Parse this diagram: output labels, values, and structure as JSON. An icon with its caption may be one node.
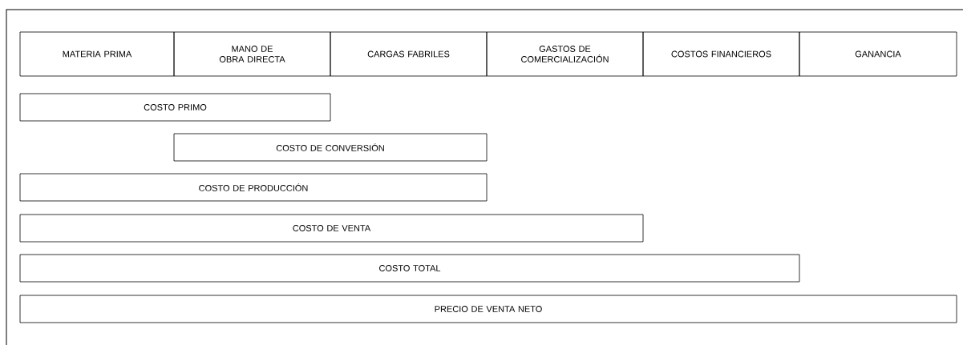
{
  "diagram": {
    "nodes": [
      {
        "text": [
          "MATERIA PRIMA"
        ]
      },
      {
        "text": [
          "MANO DE OBRA DIRECTA"
        ]
      },
      {
        "text": [
          "CARGAS FABRILES"
        ]
      },
      {
        "text": [
          "GASTOS DE COMERCIALIZACIÓN"
        ]
      },
      {
        "text": [
          "COSTOS FINANCIEROS"
        ]
      },
      {
        "text": [
          "GANANCIA"
        ]
      },
      {
        "text": [
          "COSTO PRIMO"
        ]
      },
      {
        "text": [
          "COSTO DE CONVERSIÓN"
        ]
      },
      {
        "text": [
          "COSTO DE PRODUCCIÓN"
        ]
      },
      {
        "text": [
          "COSTO DE VENTA"
        ]
      },
      {
        "text": [
          "COSTO TOTAL"
        ]
      },
      {
        "text": [
          "PRECIO DE VENTA NETO"
        ]
      }
    ]
  }
}
